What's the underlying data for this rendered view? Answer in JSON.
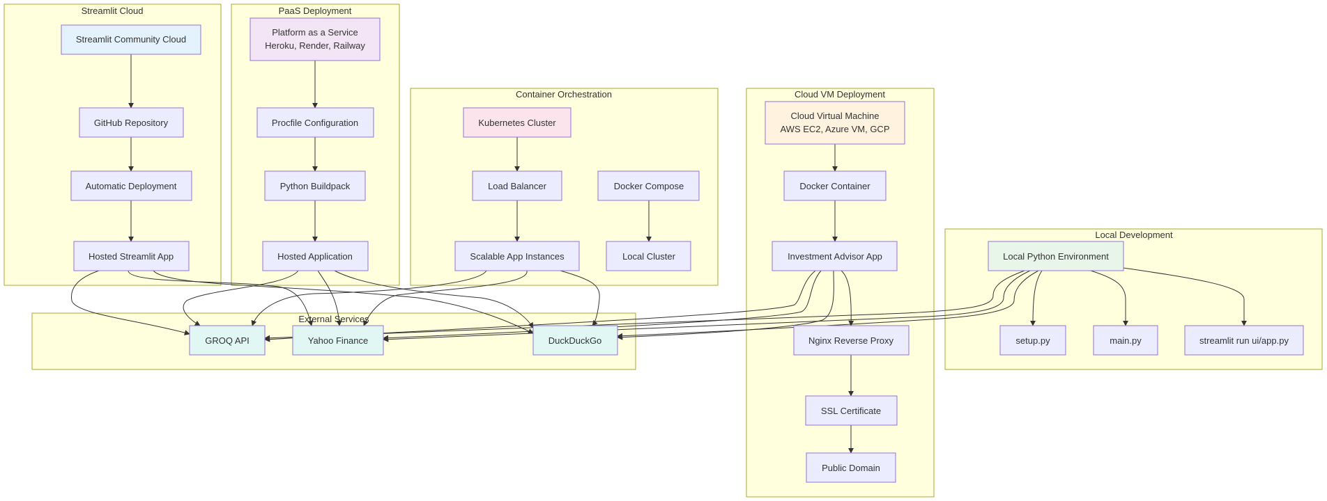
{
  "clusters": {
    "streamlit": "Streamlit Cloud",
    "paas": "PaaS Deployment",
    "container": "Container Orchestration",
    "cloudvm": "Cloud VM Deployment",
    "local": "Local Development",
    "external": "External Services"
  },
  "nodes": {
    "st_cloud": "Streamlit Community Cloud",
    "st_github": "GitHub Repository",
    "st_auto": "Automatic Deployment",
    "st_hosted": "Hosted Streamlit App",
    "paas_main": [
      "Platform as a Service",
      "Heroku, Render, Railway"
    ],
    "paas_procfile": "Procfile Configuration",
    "paas_buildpack": "Python Buildpack",
    "paas_hosted": "Hosted Application",
    "k8s": "Kubernetes Cluster",
    "lb": "Load Balancer",
    "scalable": "Scalable App Instances",
    "compose": "Docker Compose",
    "local_cluster": "Local Cluster",
    "vm": [
      "Cloud Virtual Machine",
      "AWS EC2, Azure VM, GCP"
    ],
    "docker_container": "Docker Container",
    "invest_app": "Investment Advisor App",
    "nginx": "Nginx Reverse Proxy",
    "ssl": "SSL Certificate",
    "domain": "Public Domain",
    "local_env": "Local Python Environment",
    "setup": "setup.py",
    "main": "main.py",
    "run": "streamlit run ui/app.py",
    "groq": "GROQ API",
    "yahoo": "Yahoo Finance",
    "ddg": "DuckDuckGo"
  },
  "colors": {
    "cluster_fill": "#ffffde",
    "cluster_stroke": "#aaaa33",
    "node_default": "#ececff",
    "node_stroke": "#9370db",
    "streamlit_cloud": "#e3f2fd",
    "paas": "#f3e5f5",
    "kubernetes": "#fce4ec",
    "vm": "#fff3e0",
    "local_env": "#e8f5e9",
    "external": "#e0f7f4",
    "edge": "#333333"
  }
}
